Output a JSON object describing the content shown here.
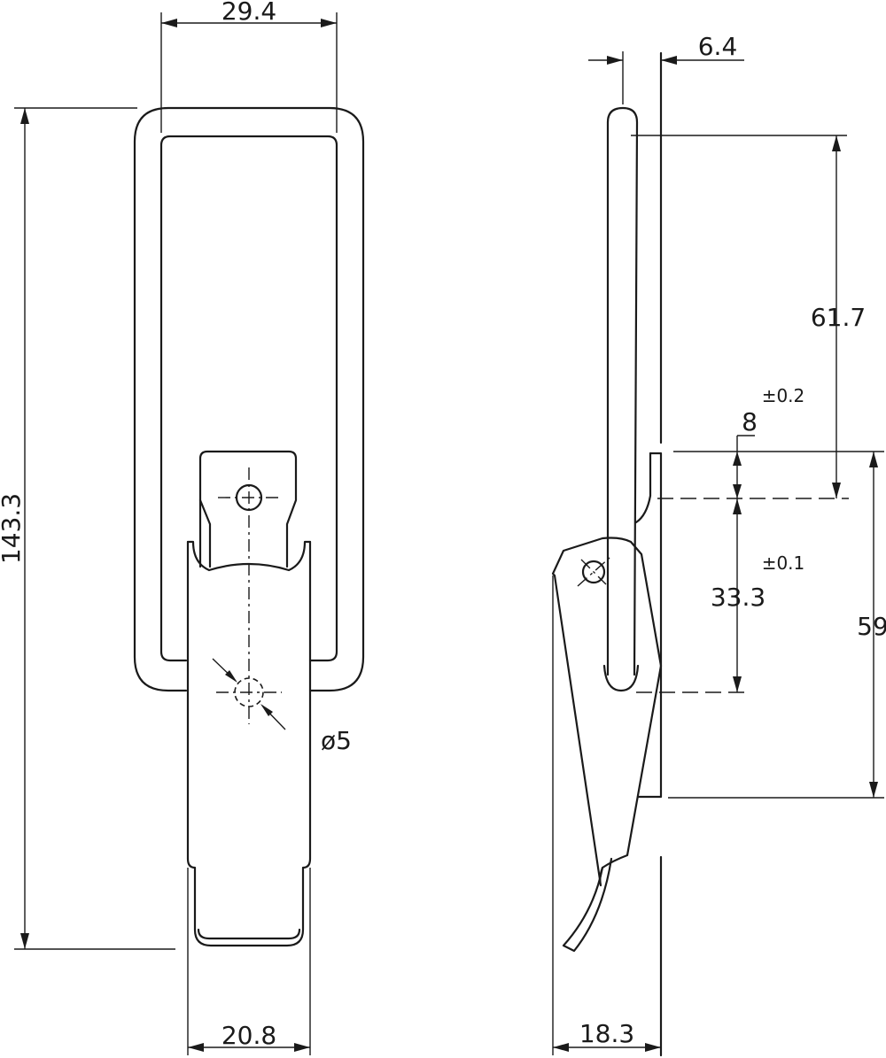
{
  "dimensions": {
    "top_width": "29.4",
    "front_height": "143.3",
    "hole_diameter": "ø5",
    "bottom_width": "20.8",
    "thickness": "6.4",
    "upper_length": "61.7",
    "tab_height": "8",
    "tab_tolerance": "±0.2",
    "hole_spacing": "33.3",
    "hole_spacing_tolerance": "±0.1",
    "base_height": "59",
    "depth": "18.3"
  }
}
